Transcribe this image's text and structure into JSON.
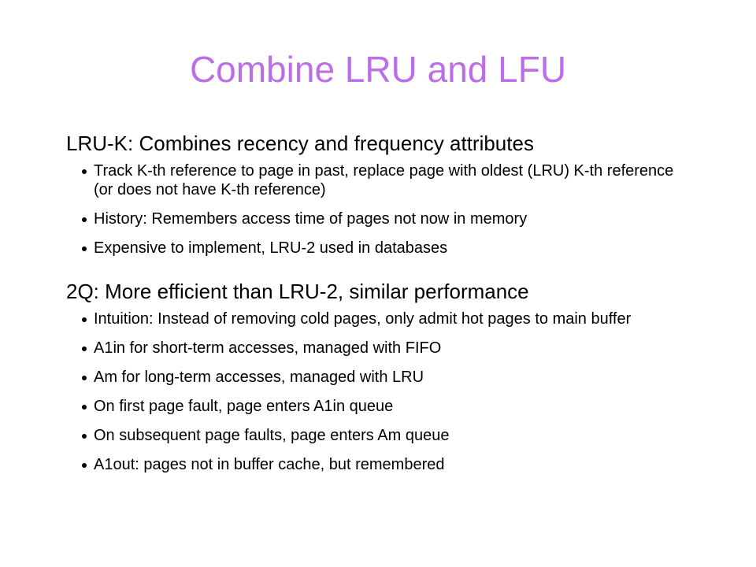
{
  "slide": {
    "title": "Combine LRU and LFU",
    "title_color": "#bb6ee8",
    "sections": [
      {
        "heading": "LRU-K: Combines recency and frequency attributes",
        "bullets": [
          "Track K-th reference to page in past, replace page with oldest (LRU) K-th reference (or does not have K-th reference)",
          "History: Remembers access time of pages not now in memory",
          "Expensive to implement, LRU-2 used in databases"
        ]
      },
      {
        "heading": "2Q: More efficient than LRU-2, similar performance",
        "bullets": [
          "Intuition: Instead of removing cold pages, only admit hot pages to main buffer",
          "A1in for short-term accesses, managed with FIFO",
          "Am for long-term accesses, managed with LRU",
          "On first page fault, page enters A1in queue",
          "On subsequent page faults, page enters Am queue",
          "A1out: pages not in buffer cache, but remembered"
        ]
      }
    ]
  }
}
